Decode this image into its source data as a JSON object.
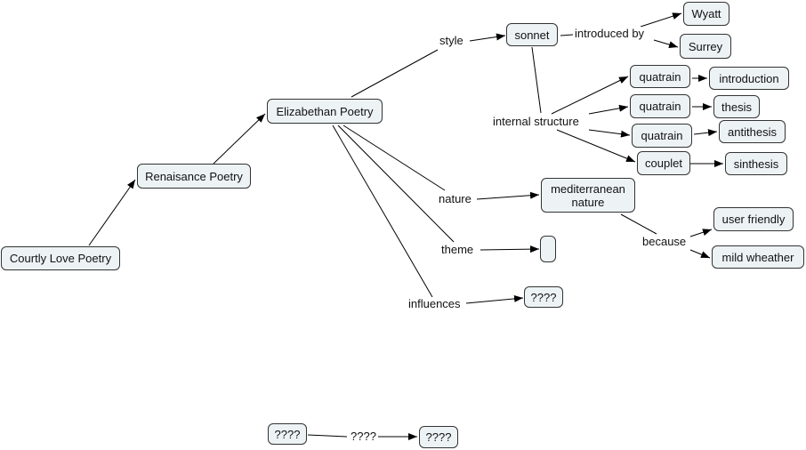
{
  "concepts": {
    "courtly": "Courtly Love Poetry",
    "renaissance": "Renaisance Poetry",
    "elizabethan": "Elizabethan Poetry",
    "sonnet": "sonnet",
    "wyatt": "Wyatt",
    "surrey": "Surrey",
    "quatrain1": "quatrain",
    "quatrain2": "quatrain",
    "quatrain3": "quatrain",
    "couplet": "couplet",
    "introduction": "introduction",
    "thesis": "thesis",
    "antithesis": "antithesis",
    "sinthesis": "sinthesis",
    "mediterranean": "mediterranean\nnature",
    "theme_empty": "",
    "influences_q": "????",
    "user_friendly": "user friendly",
    "mild_weather": "mild wheather",
    "bottom_left": "????",
    "bottom_right": "????"
  },
  "linking_phrases": {
    "style": "style",
    "introduced_by": "introduced by",
    "internal_structure": "internal structure",
    "nature": "nature",
    "theme": "theme",
    "influences": "influences",
    "because": "because",
    "bottom_link": "????"
  },
  "colors": {
    "node_fill": "#edf3f5",
    "line": "#000000"
  }
}
